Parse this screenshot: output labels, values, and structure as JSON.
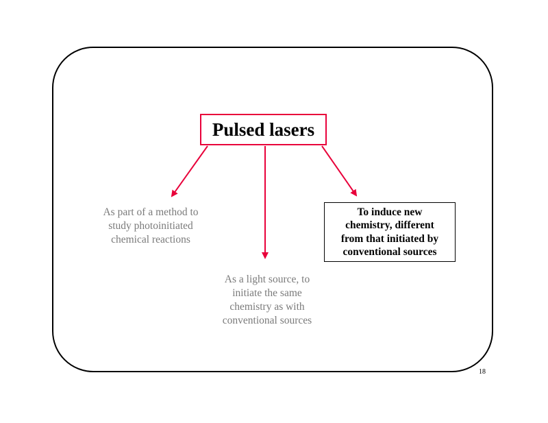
{
  "slide": {
    "title": "Pulsed lasers",
    "page_number": "18",
    "colors": {
      "arrow": "#e8003a",
      "title_border": "#e8003a",
      "muted_text": "#7a7a7a",
      "frame": "#000000"
    },
    "branches": {
      "left": {
        "lines": [
          "As part of a method to",
          "study  photoinitiated",
          "chemical reactions"
        ]
      },
      "center": {
        "lines": [
          "As a light source, to",
          "initiate the same",
          "chemistry as with",
          "conventional sources"
        ]
      },
      "right": {
        "lines": [
          "To induce new",
          "chemistry, different",
          "from that initiated by",
          "conventional sources"
        ]
      }
    }
  }
}
